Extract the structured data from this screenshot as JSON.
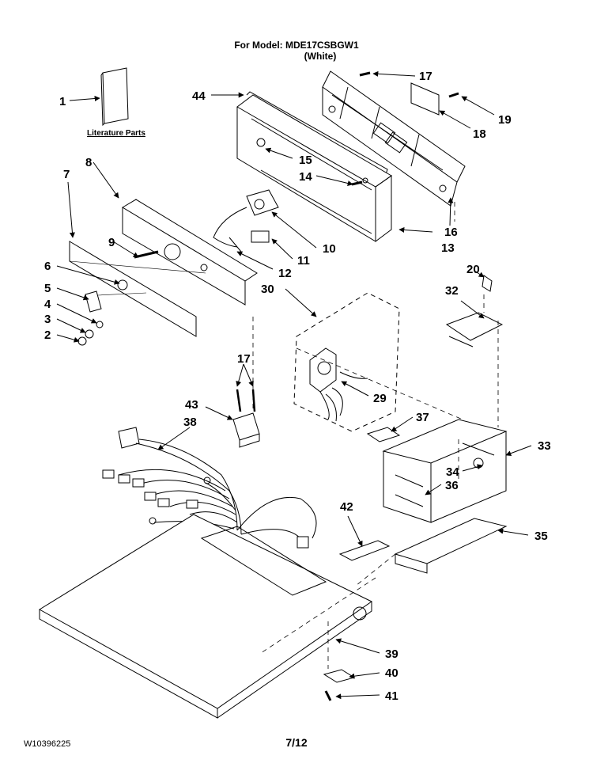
{
  "header": {
    "model_line": "For Model: MDE17CSBGW1",
    "color_line": "(White)"
  },
  "literature_label": "Literature Parts",
  "parts": [
    "1",
    "2",
    "3",
    "4",
    "5",
    "6",
    "7",
    "8",
    "9",
    "10",
    "11",
    "12",
    "13",
    "14",
    "15",
    "16",
    "17",
    "17",
    "18",
    "19",
    "20",
    "29",
    "30",
    "32",
    "33",
    "34",
    "35",
    "36",
    "37",
    "38",
    "39",
    "40",
    "41",
    "42",
    "43",
    "44"
  ],
  "footer": {
    "doc_id": "W10396225",
    "page": "7/12"
  }
}
